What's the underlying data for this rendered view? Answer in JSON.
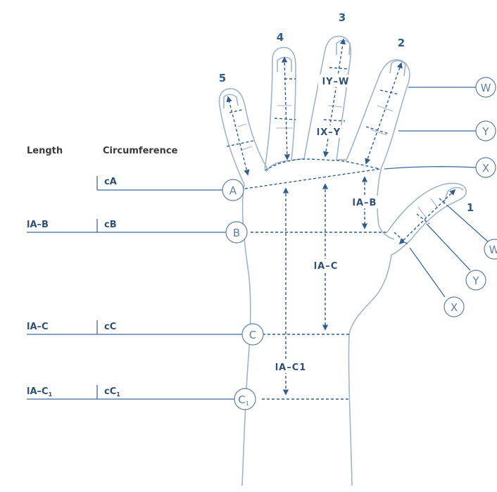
{
  "headers": {
    "length": "Length",
    "circumference": "Circumference"
  },
  "rows": [
    {
      "id": "A",
      "length": "",
      "circ": "cA"
    },
    {
      "id": "B",
      "length": "lA–B",
      "circ": "cB"
    },
    {
      "id": "C",
      "length": "lA–C",
      "circ": "cC"
    },
    {
      "id": "C1",
      "length": "lA–C",
      "length_sub": "1",
      "circ": "cC",
      "circ_sub": "1"
    }
  ],
  "fingers": [
    "5",
    "4",
    "3",
    "2",
    "1"
  ],
  "markers": {
    "A": "A",
    "B": "B",
    "C": "C",
    "C1": "C",
    "C1_sub": "1",
    "W": "W",
    "Y": "Y",
    "X": "X"
  },
  "measures": {
    "yw": "lY–W",
    "xy": "lX–Y",
    "ab": "lA–B",
    "ac": "lA–C",
    "ac1": "lA–C1"
  },
  "colors": {
    "outline": "#9fb4cc",
    "line": "#3d6a9a",
    "dash": "#2f5e8e",
    "text": "#2f4f76"
  }
}
